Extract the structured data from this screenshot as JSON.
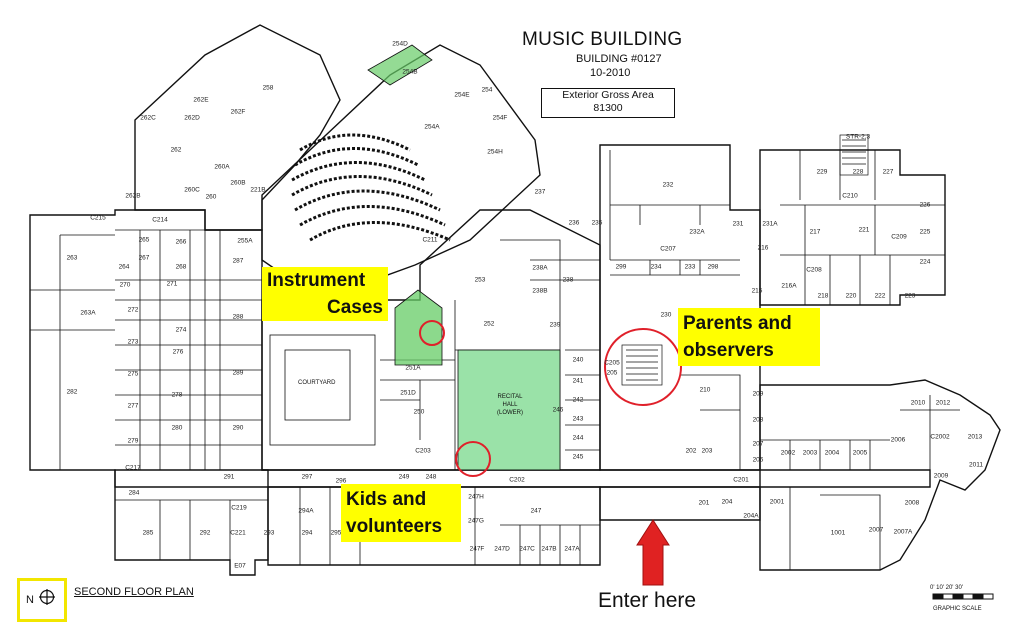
{
  "header": {
    "title": "MUSIC BUILDING",
    "building_number": "BUILDING #0127",
    "date": "10-2010",
    "gross_area_label": "Exterior Gross Area",
    "gross_area_value": "81300"
  },
  "callouts": {
    "instrument_cases": [
      "Instrument",
      "Cases"
    ],
    "parents_observers": [
      "Parents and",
      "observers"
    ],
    "kids_volunteers": [
      "Kids and",
      "volunteers"
    ]
  },
  "entrance": {
    "label": "Enter here"
  },
  "legend": {
    "north_letter": "N",
    "floor_plan_label": "SECOND FLOOR PLAN",
    "scale_ticks": "0'  10'  20'  30'",
    "scale_caption": "GRAPHIC SCALE"
  },
  "areas": {
    "courtyard": "COURTYARD",
    "recital_hall": [
      "RECITAL",
      "HALL",
      "(LOWER)"
    ]
  },
  "rooms": [
    "254D",
    "258",
    "254B",
    "254E",
    "254",
    "254F",
    "262E",
    "262F",
    "262C",
    "262D",
    "262",
    "254A",
    "254H",
    "260A",
    "260B",
    "260C",
    "260",
    "262B",
    "221B",
    "237",
    "232",
    "STR-2,3",
    "C215",
    "C214",
    "C211",
    "C210",
    "229",
    "228",
    "227",
    "236",
    "235",
    "232A",
    "231",
    "231A",
    "217",
    "221",
    "226",
    "225",
    "224",
    "C209",
    "263",
    "265",
    "266",
    "264",
    "267",
    "268",
    "287",
    "255A",
    "238A",
    "238B",
    "238",
    "253",
    "C207",
    "299",
    "234",
    "233",
    "298",
    "216",
    "C208",
    "218",
    "220",
    "222",
    "223",
    "215",
    "216A",
    "270",
    "271",
    "272",
    "273",
    "263A",
    "274",
    "288",
    "252",
    "239",
    "230",
    "275",
    "276",
    "277",
    "289",
    "251A",
    "251D",
    "250",
    "240",
    "241",
    "242",
    "243",
    "244",
    "245",
    "246",
    "C205",
    "205",
    "210",
    "209",
    "208",
    "207",
    "206",
    "2002",
    "2003",
    "2004",
    "2005",
    "2006",
    "2010",
    "2012",
    "C2002",
    "2013",
    "2009",
    "2011",
    "278",
    "279",
    "280",
    "282",
    "290",
    "C203",
    "249",
    "248",
    "202",
    "203",
    "C201",
    "2008",
    "2007",
    "2007A",
    "2001",
    "201",
    "204A",
    "204",
    "C217",
    "284",
    "291",
    "297",
    "296",
    "C202",
    "247H",
    "247G",
    "247",
    "247F",
    "247D",
    "247C",
    "247B",
    "247A",
    "C219",
    "285",
    "292",
    "293",
    "294",
    "295",
    "C221",
    "294A",
    "E07",
    "1001"
  ]
}
